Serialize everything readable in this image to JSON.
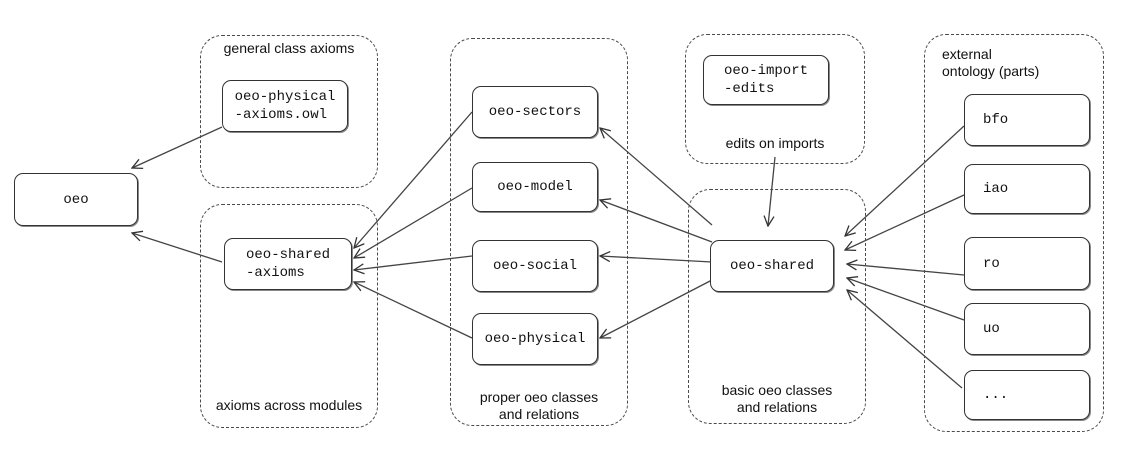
{
  "groups": {
    "general_class_axioms": "general class axioms",
    "axioms_across_modules": "axioms across modules",
    "proper_oeo": "proper oeo classes\nand relations",
    "edits_on_imports": "edits on imports",
    "basic_oeo": "basic oeo classes\nand relations",
    "external_ontology": "external\nontology (parts)"
  },
  "nodes": {
    "oeo": "oeo",
    "physical_axioms": "oeo-physical\n-axioms.owl",
    "shared_axioms": "oeo-shared\n-axioms",
    "sectors": "oeo-sectors",
    "model": "oeo-model",
    "social": "oeo-social",
    "physical": "oeo-physical",
    "import_edits": "oeo-import\n-edits",
    "shared": "oeo-shared",
    "bfo": "bfo",
    "iao": "iao",
    "ro": "ro",
    "uo": "uo",
    "more": "..."
  }
}
